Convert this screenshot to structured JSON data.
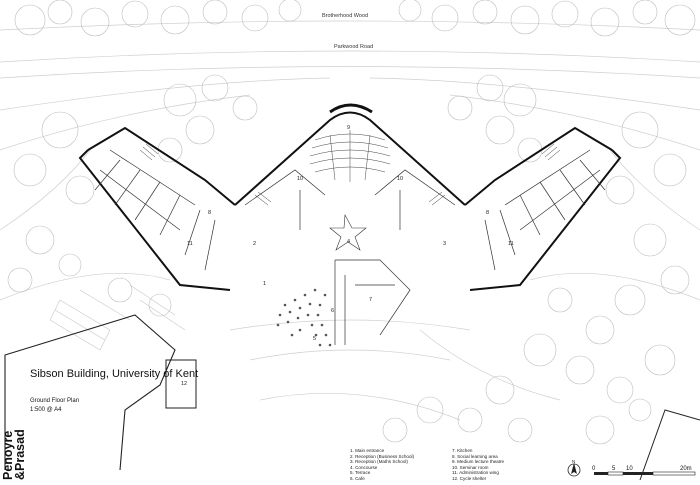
{
  "roads": {
    "north": "Brotherhood Wood",
    "south": "Parkwood Road"
  },
  "title": "Sibson Building, University of Kent",
  "subtitle": "Ground Floor Plan",
  "scale_text": "1:500 @ A4",
  "logo": {
    "line1": "Penoyre",
    "line2": "&Prasad"
  },
  "room_labels": {
    "r1": "1",
    "r2": "2",
    "r3": "3",
    "r4": "4",
    "r5": "5",
    "r6": "6",
    "r7": "7",
    "r8": "8",
    "r8b": "8",
    "r9": "9",
    "r10": "10",
    "r10b": "10",
    "r11": "11",
    "r11b": "11",
    "r12": "12"
  },
  "legend_left": [
    "1. Main entrance",
    "2. Reception (Business School)",
    "3. Reception (Maths School)",
    "4. Concourse",
    "5. Terrace",
    "6. Cafe"
  ],
  "legend_right": [
    "7. Kitchen",
    "8. Social learning area",
    "9. Medium lecture theatre",
    "10. Seminar room",
    "11. Administration wing",
    "12. Cycle shelter"
  ],
  "scale_bar": {
    "labels": [
      "0",
      "5",
      "10",
      "20m"
    ]
  },
  "north_arrow": "N"
}
